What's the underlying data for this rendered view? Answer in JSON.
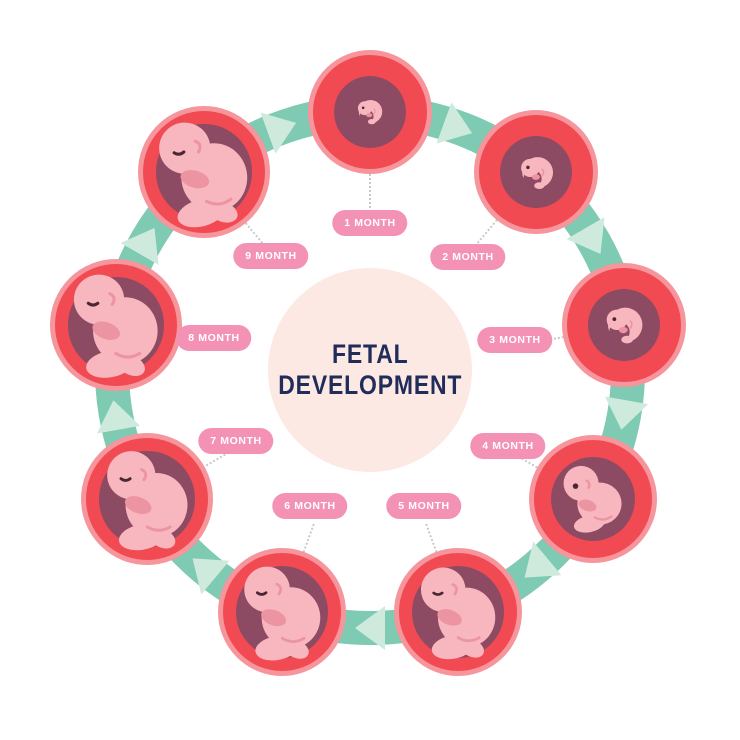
{
  "title": {
    "line1": "FETAL",
    "line2": "DEVELOPMENT"
  },
  "months": [
    {
      "label": "1 MONTH",
      "stage": "embryo"
    },
    {
      "label": "2 MONTH",
      "stage": "embryo"
    },
    {
      "label": "3 MONTH",
      "stage": "embryo"
    },
    {
      "label": "4 MONTH",
      "stage": "fetus-mid"
    },
    {
      "label": "5 MONTH",
      "stage": "fetus-late"
    },
    {
      "label": "6 MONTH",
      "stage": "fetus-late"
    },
    {
      "label": "7 MONTH",
      "stage": "fetus-late"
    },
    {
      "label": "8 MONTH",
      "stage": "fetus-late"
    },
    {
      "label": "9 MONTH",
      "stage": "fetus-late"
    }
  ],
  "icons": {
    "embryo": "embryo-in-womb-icon",
    "fetus": "curled-fetus-icon",
    "arrow": "clockwise-arrowhead-icon"
  },
  "colors": {
    "page-bg": "#ffffff",
    "band": "#7ecab2",
    "arrow": "#cdeadd",
    "circle-red": "#f24a52",
    "circle-ring": "#f6959c",
    "inner-dark": "#8d4b63",
    "fetus-body": "#f8b6bf",
    "fetus-accent": "#ec94a2",
    "eye": "#4a2735",
    "pill": "#f492b5",
    "pill-text": "#ffffff",
    "center-bg": "#fce9e4",
    "title-text": "#202c59",
    "connector": "#c9c9c9"
  }
}
